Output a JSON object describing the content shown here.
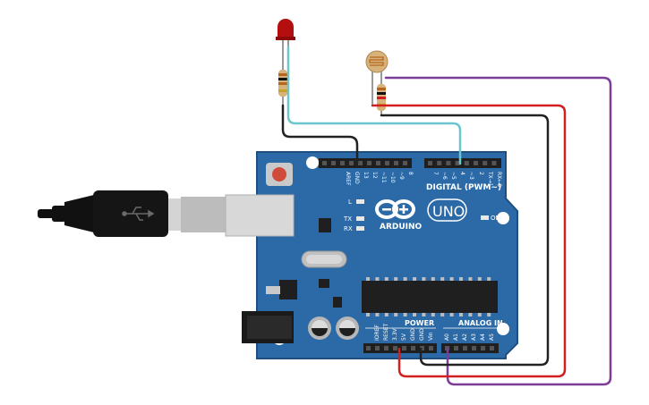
{
  "board": {
    "brand": "ARDUINO",
    "model": "UNO",
    "header_digital": "DIGITAL (PWM~)",
    "header_power": "POWER",
    "header_analog": "ANALOG IN",
    "led_on": "ON",
    "led_l": "L",
    "led_tx": "TX",
    "led_rx": "RX",
    "pins_top": [
      "AREF",
      "GND",
      "13",
      "12",
      "~11",
      "~10",
      "~9",
      "8",
      "7",
      "~6",
      "~5",
      "4",
      "~3",
      "2",
      "TX→1",
      "RX←0"
    ],
    "pins_bottom": [
      "IOREF",
      "RESET",
      "3.3V",
      "5V",
      "GND",
      "GND",
      "Vin",
      "A0",
      "A1",
      "A2",
      "A3",
      "A4",
      "A5"
    ],
    "colors": {
      "board": "#2b6aa6",
      "header": "#1f1f1f",
      "usb": "#c9c9c9"
    }
  },
  "components": {
    "led": {
      "color": "#b40f0f",
      "icon": "led-icon"
    },
    "ldr": {
      "color": "#d7b27a",
      "icon": "photoresistor-icon"
    },
    "resistors": [
      "resistor-led",
      "resistor-ldr"
    ],
    "usb_cable": {
      "icon": "usb-icon"
    }
  },
  "wires": [
    {
      "name": "wire-led-to-pin4",
      "color": "#6cc6d0"
    },
    {
      "name": "wire-led-to-gnd",
      "color": "#222222"
    },
    {
      "name": "wire-ldr-to-5v",
      "color": "#d21f1f"
    },
    {
      "name": "wire-ldr-to-gnd",
      "color": "#222222"
    },
    {
      "name": "wire-ldr-to-a0",
      "color": "#7b3d98"
    }
  ]
}
